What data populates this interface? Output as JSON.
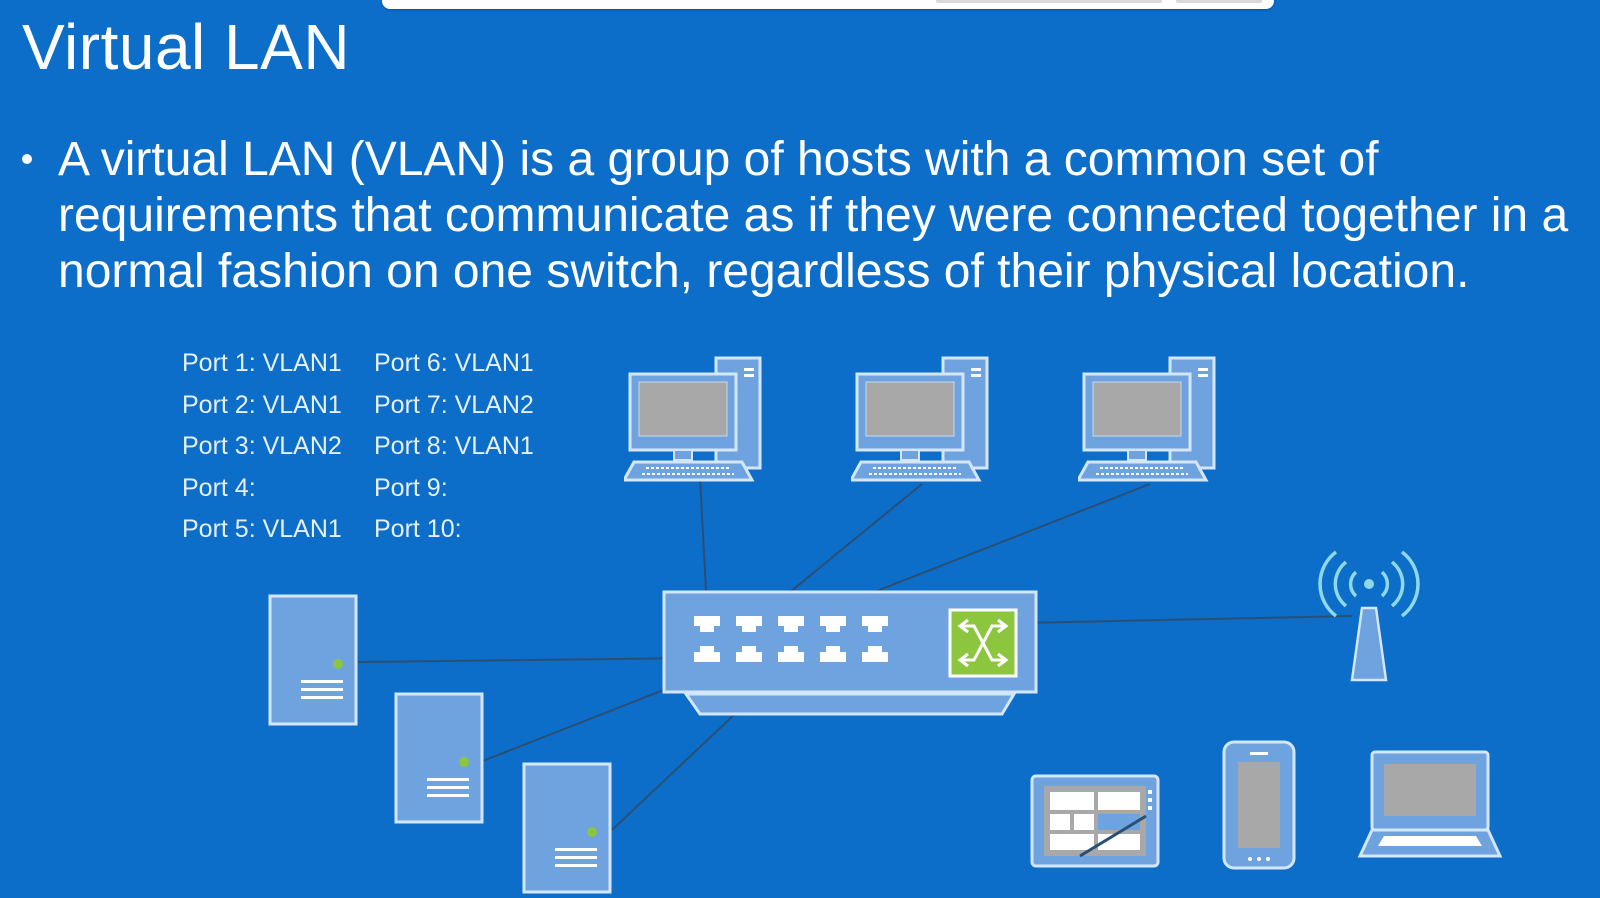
{
  "slide": {
    "title": "Virtual LAN",
    "bullet": "A virtual LAN (VLAN) is a group of hosts with a common set of requirements that communicate as if they were connected together in a normal fashion on one switch, regardless of their physical location."
  },
  "port_assignments": [
    {
      "label": "Port 1: VLAN1"
    },
    {
      "label": "Port 6: VLAN1"
    },
    {
      "label": "Port 2: VLAN1"
    },
    {
      "label": "Port 7: VLAN2"
    },
    {
      "label": "Port 3: VLAN2"
    },
    {
      "label": "Port 8: VLAN1"
    },
    {
      "label": "Port 4:"
    },
    {
      "label": "Port 9:"
    },
    {
      "label": "Port 5: VLAN1"
    },
    {
      "label": "Port 10:"
    }
  ],
  "colors": {
    "background": "#0c6ec9",
    "device_fill": "#6fa3e0",
    "device_stroke": "#d4e6fa",
    "screen": "#a8a8a8",
    "switch_accent": "#8cc63f",
    "cable": "#2a4f74"
  },
  "icons": [
    "desktop-computer-icon",
    "server-tower-icon",
    "network-switch-icon",
    "wireless-antenna-icon",
    "tablet-icon",
    "smartphone-icon",
    "laptop-icon"
  ]
}
